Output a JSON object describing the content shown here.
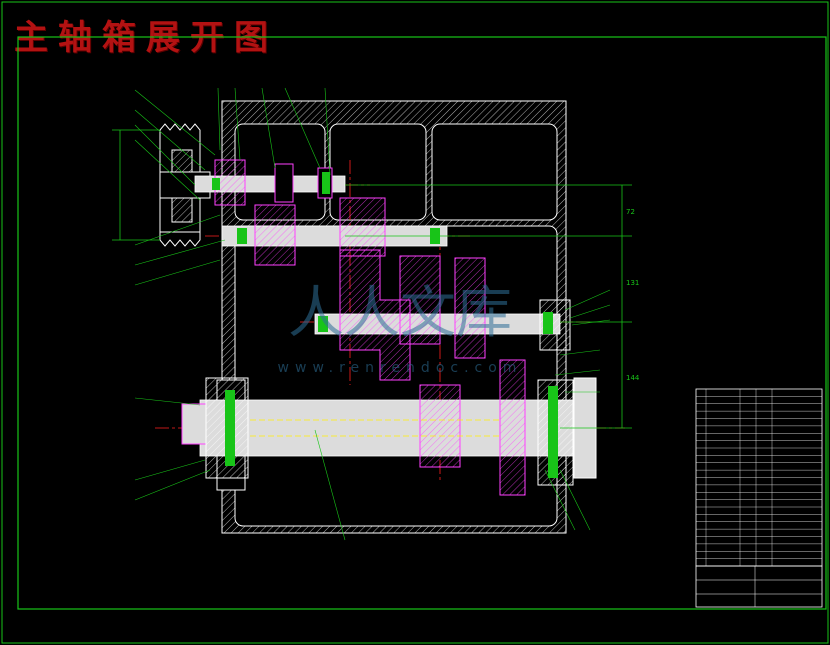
{
  "drawing": {
    "title": "主轴箱展开图",
    "colors": {
      "background": "#000000",
      "frame": "#18c418",
      "housing": "#ffffff",
      "parts": "#ff40ff",
      "centerline": "#ff2020",
      "dimension": "#18c418",
      "leader": "#18c418",
      "shaft_fill": "#dcdcdc",
      "title_text": "#b31212",
      "watermark": "#2e6f98"
    },
    "dimensions": {
      "top_right_upper": "72",
      "top_right_lower": "131",
      "right_lower": "144"
    },
    "watermark": {
      "text": "人人文库",
      "url": "www.renrendoc.com"
    },
    "icons": [
      "vee-belt-pulley-icon",
      "gear-icon",
      "bearing-icon",
      "spindle-icon",
      "chuck-flange-icon"
    ]
  }
}
